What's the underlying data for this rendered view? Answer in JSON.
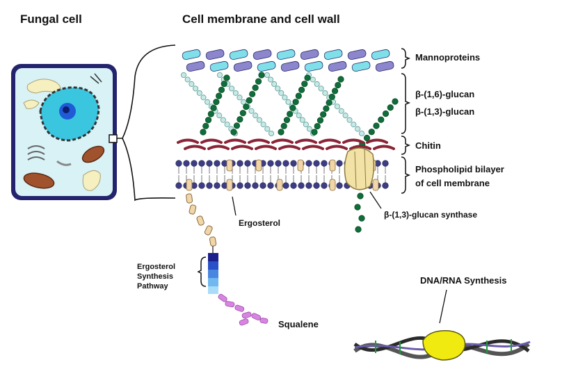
{
  "titles": {
    "fungal_cell": "Fungal cell",
    "membrane_wall": "Cell membrane and cell wall"
  },
  "layers": {
    "mannoproteins": "Mannoproteins",
    "beta16": "β-(1,6)-glucan",
    "beta13": "β-(1,3)-glucan",
    "chitin": "Chitin",
    "bilayer_line1": "Phospholipid bilayer",
    "bilayer_line2": "of cell membrane"
  },
  "labels": {
    "glucan_synthase": "β-(1,3)-glucan synthase",
    "ergosterol": "Ergosterol",
    "pathway_line1": "Ergosterol",
    "pathway_line2": "Synthesis",
    "pathway_line3": "Pathway",
    "squalene": "Squalene",
    "dna_rna": "DNA/RNA Synthesis"
  },
  "colors": {
    "mannoprotein_light": "#7fe0ea",
    "mannoprotein_purple": "#8c86cc",
    "glucan_16": "#c8eae6",
    "glucan_13": "#0f6e3a",
    "chitin": "#8a2335",
    "phospholipid_head": "#3d3d86",
    "ergosterol": "#f0d6a8",
    "synthase": "#f3e2a6",
    "pathway_dark": "#1a1f8c",
    "pathway_light": "#6fb8f0",
    "squalene": "#d685e0",
    "cell_border": "#24246e",
    "cytoplasm": "#d8f2f6",
    "nucleus": "#3bc6e0",
    "dna_core": "#f0ea10"
  }
}
